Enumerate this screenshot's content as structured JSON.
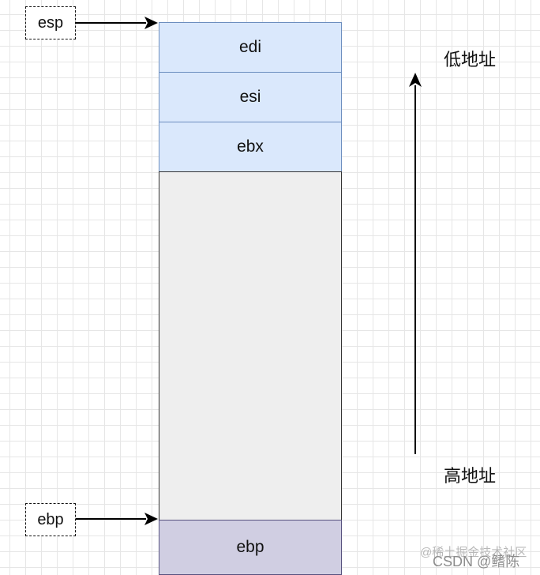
{
  "stack": {
    "cells": [
      {
        "label": "edi",
        "kind": "register"
      },
      {
        "label": "esi",
        "kind": "register"
      },
      {
        "label": "ebx",
        "kind": "register"
      },
      {
        "label": "",
        "kind": "local-frame"
      },
      {
        "label": "ebp",
        "kind": "saved-base"
      }
    ]
  },
  "pointers": {
    "esp": "esp",
    "ebp": "ebp"
  },
  "address_labels": {
    "low": "低地址",
    "high": "高地址"
  },
  "watermark": {
    "line1": "@稀土掘金技术社区",
    "line2": "CSDN @鳍陈"
  }
}
